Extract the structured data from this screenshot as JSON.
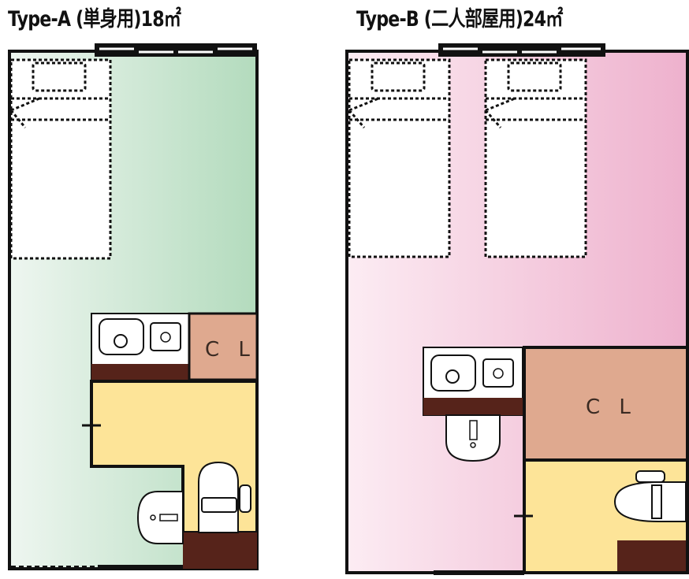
{
  "plans": [
    {
      "title": "Type-A (単身用)18㎡",
      "closet_label": "C L",
      "floor_color": "#b5dcbf"
    },
    {
      "title": "Type-B (二人部屋用)24㎡",
      "closet_label": "C L",
      "floor_color": "#efb3cf"
    }
  ],
  "colors": {
    "bath": "#fde498",
    "closet": "#dfa98f",
    "counter": "#56231a",
    "wall": "#111111"
  }
}
